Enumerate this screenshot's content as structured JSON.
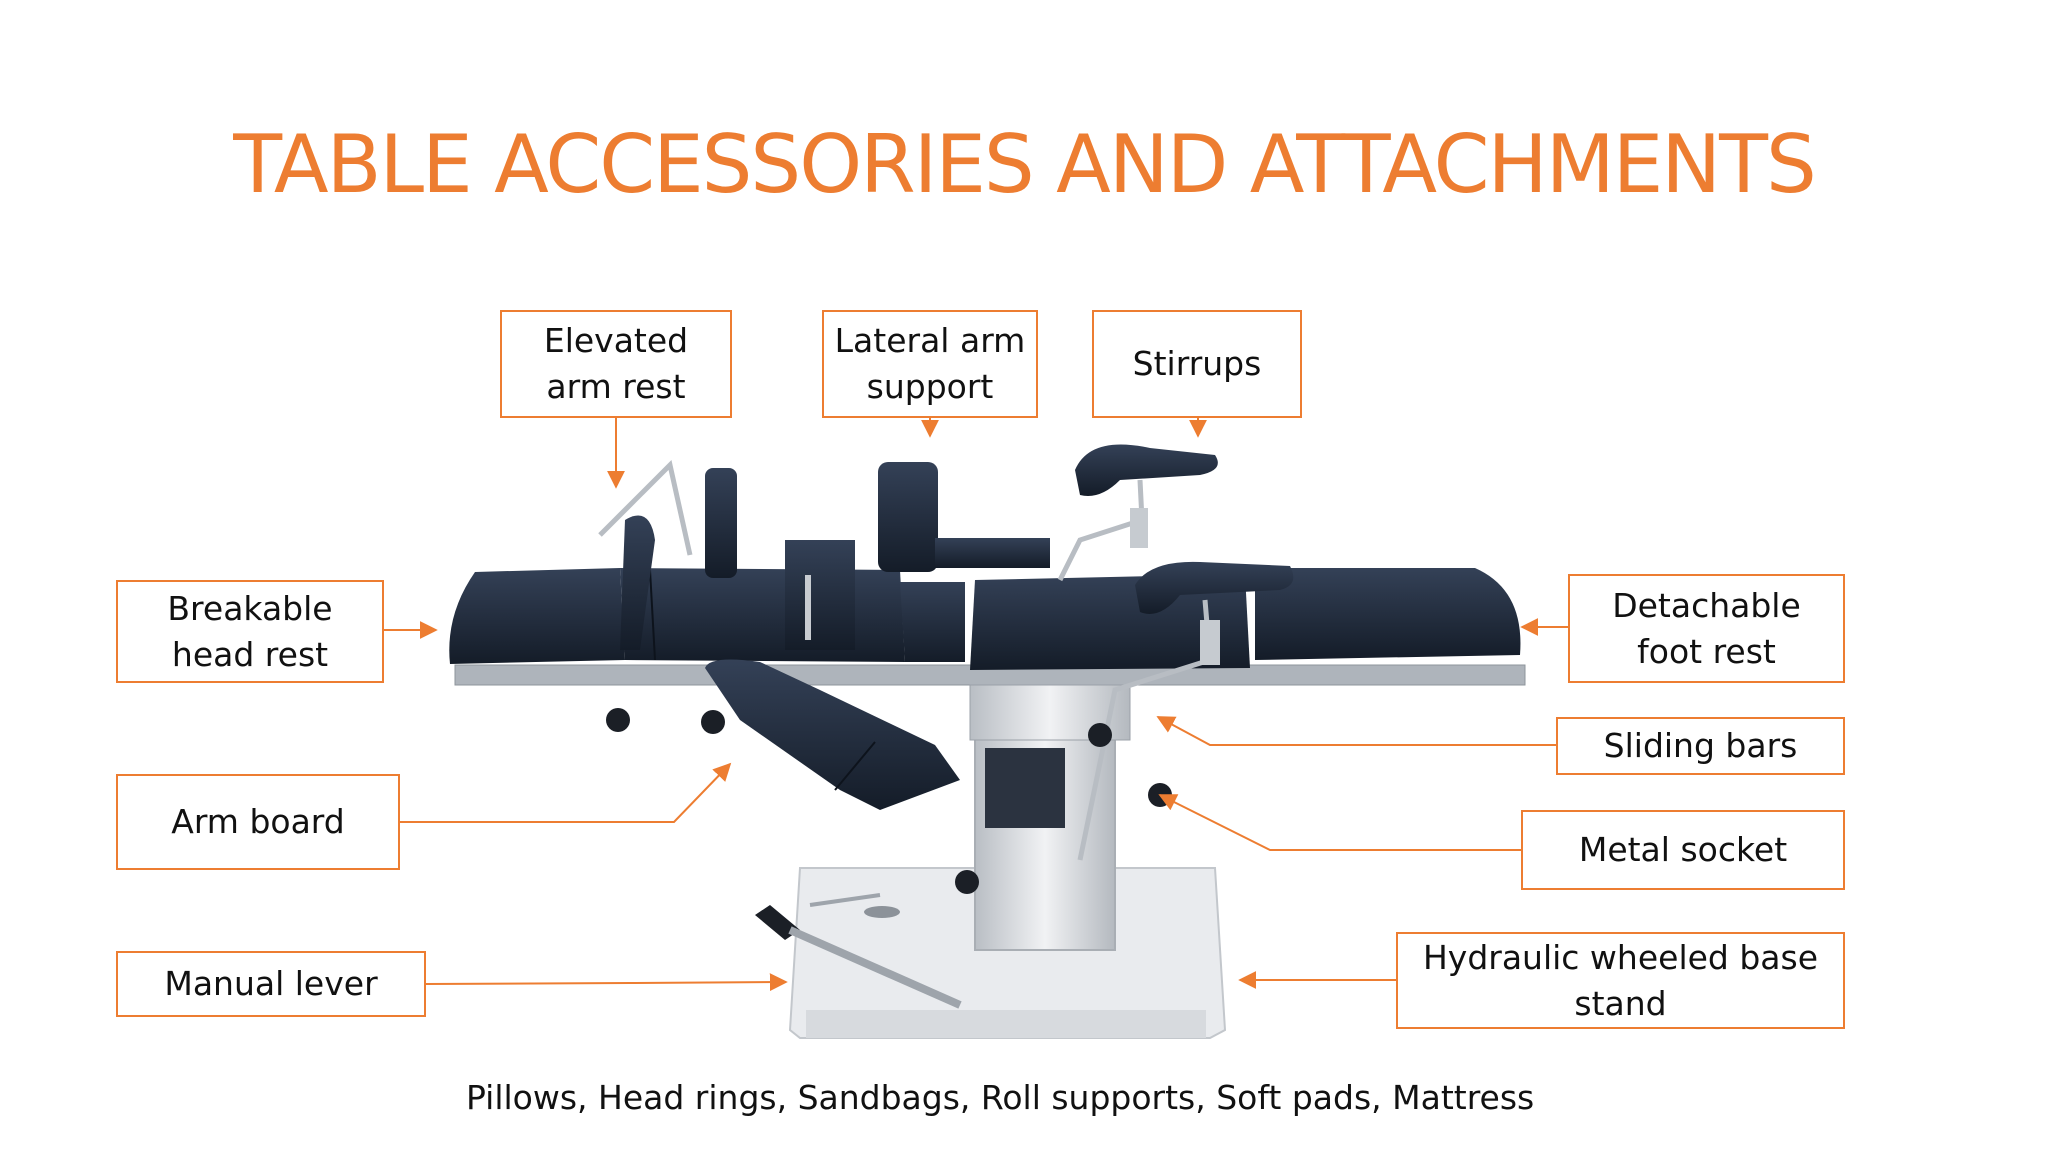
{
  "title": "TABLE ACCESSORIES AND ATTACHMENTS",
  "labels": {
    "elevated_arm_rest": "Elevated\narm rest",
    "lateral_arm_support": "Lateral arm\nsupport",
    "stirrups": "Stirrups",
    "breakable_head_rest": "Breakable\nhead rest",
    "detachable_foot_rest": "Detachable\nfoot rest",
    "sliding_bars": "Sliding bars",
    "arm_board": "Arm board",
    "metal_socket": "Metal socket",
    "manual_lever": "Manual lever",
    "hydraulic_base": "Hydraulic wheeled base\nstand"
  },
  "footer": "Pillows, Head rings, Sandbags, Roll supports, Soft pads, Mattress",
  "colors": {
    "accent": "#ED7D31",
    "pad": "#1F2A3A",
    "metal": "#C9CDD2"
  }
}
